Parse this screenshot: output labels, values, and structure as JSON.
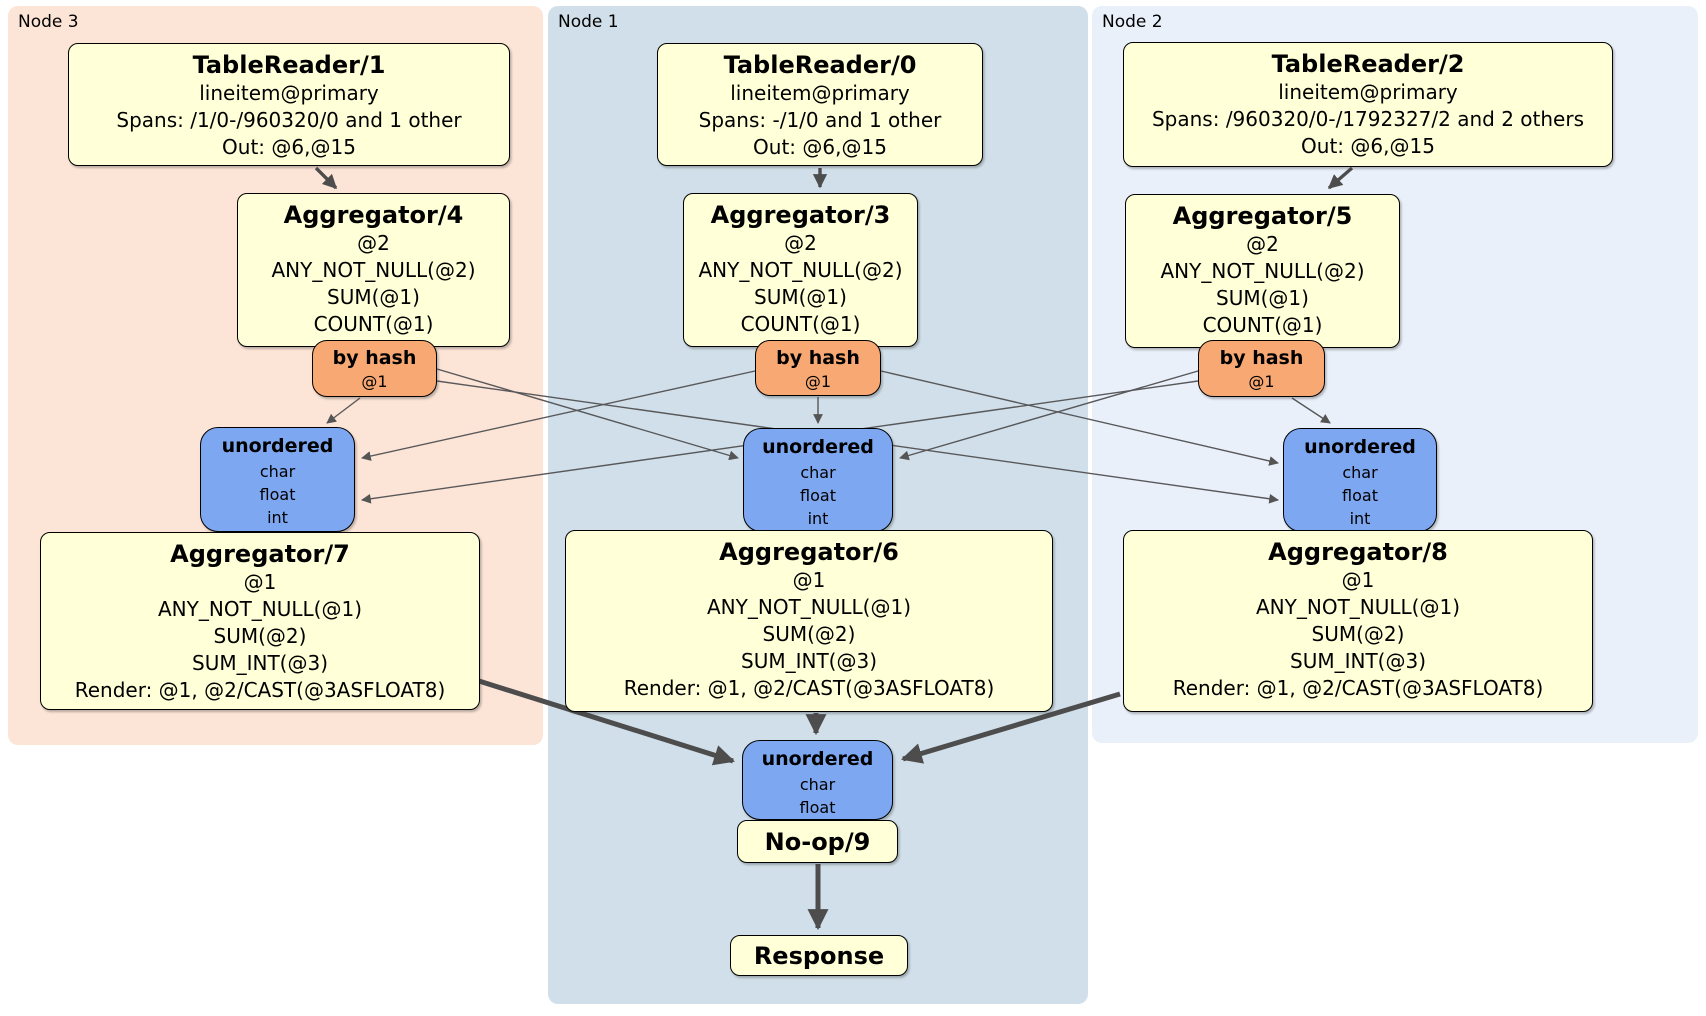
{
  "groups": {
    "g3": {
      "label": "Node 3"
    },
    "g1": {
      "label": "Node 1"
    },
    "g2": {
      "label": "Node 2"
    }
  },
  "processors": {
    "tr1": {
      "title": "TableReader/1",
      "line1": "lineitem@primary",
      "line2": "Spans: /1/0-/960320/0 and 1 other",
      "line3": "Out: @6,@15"
    },
    "tr0": {
      "title": "TableReader/0",
      "line1": "lineitem@primary",
      "line2": "Spans: -/1/0 and 1 other",
      "line3": "Out: @6,@15"
    },
    "tr2": {
      "title": "TableReader/2",
      "line1": "lineitem@primary",
      "line2": "Spans: /960320/0-/1792327/2 and 2 others",
      "line3": "Out: @6,@15"
    },
    "agg4": {
      "title": "Aggregator/4",
      "line1": "@2",
      "line2": "ANY_NOT_NULL(@2)",
      "line3": "SUM(@1)",
      "line4": "COUNT(@1)"
    },
    "agg3": {
      "title": "Aggregator/3",
      "line1": "@2",
      "line2": "ANY_NOT_NULL(@2)",
      "line3": "SUM(@1)",
      "line4": "COUNT(@1)"
    },
    "agg5": {
      "title": "Aggregator/5",
      "line1": "@2",
      "line2": "ANY_NOT_NULL(@2)",
      "line3": "SUM(@1)",
      "line4": "COUNT(@1)"
    },
    "agg7": {
      "title": "Aggregator/7",
      "line1": "@1",
      "line2": "ANY_NOT_NULL(@1)",
      "line3": "SUM(@2)",
      "line4": "SUM_INT(@3)",
      "line5": "Render: @1, @2/CAST(@3ASFLOAT8)"
    },
    "agg6": {
      "title": "Aggregator/6",
      "line1": "@1",
      "line2": "ANY_NOT_NULL(@1)",
      "line3": "SUM(@2)",
      "line4": "SUM_INT(@3)",
      "line5": "Render: @1, @2/CAST(@3ASFLOAT8)"
    },
    "agg8": {
      "title": "Aggregator/8",
      "line1": "@1",
      "line2": "ANY_NOT_NULL(@1)",
      "line3": "SUM(@2)",
      "line4": "SUM_INT(@3)",
      "line5": "Render: @1, @2/CAST(@3ASFLOAT8)"
    },
    "noop9": {
      "title": "No-op/9"
    },
    "response": {
      "title": "Response"
    }
  },
  "routers": {
    "hash3": {
      "title": "by hash",
      "detail": "@1"
    },
    "hash1": {
      "title": "by hash",
      "detail": "@1"
    },
    "hash2": {
      "title": "by hash",
      "detail": "@1"
    }
  },
  "syncs": {
    "sync3": {
      "title": "unordered",
      "item1": "char",
      "item2": "float",
      "item3": "int"
    },
    "sync1": {
      "title": "unordered",
      "item1": "char",
      "item2": "float",
      "item3": "int"
    },
    "sync2": {
      "title": "unordered",
      "item1": "char",
      "item2": "float",
      "item3": "int"
    },
    "syncf": {
      "title": "unordered",
      "item1": "char",
      "item2": "float"
    }
  },
  "colors": {
    "node3_bg": "#fce4d6",
    "node1_bg": "#d0dfe9",
    "node2_bg": "#eaf0fa",
    "processor_fill": "#ffffd8",
    "router_fill": "#f7a873",
    "sync_fill": "#7da7f0",
    "edge_color": "#4d4d4d"
  }
}
